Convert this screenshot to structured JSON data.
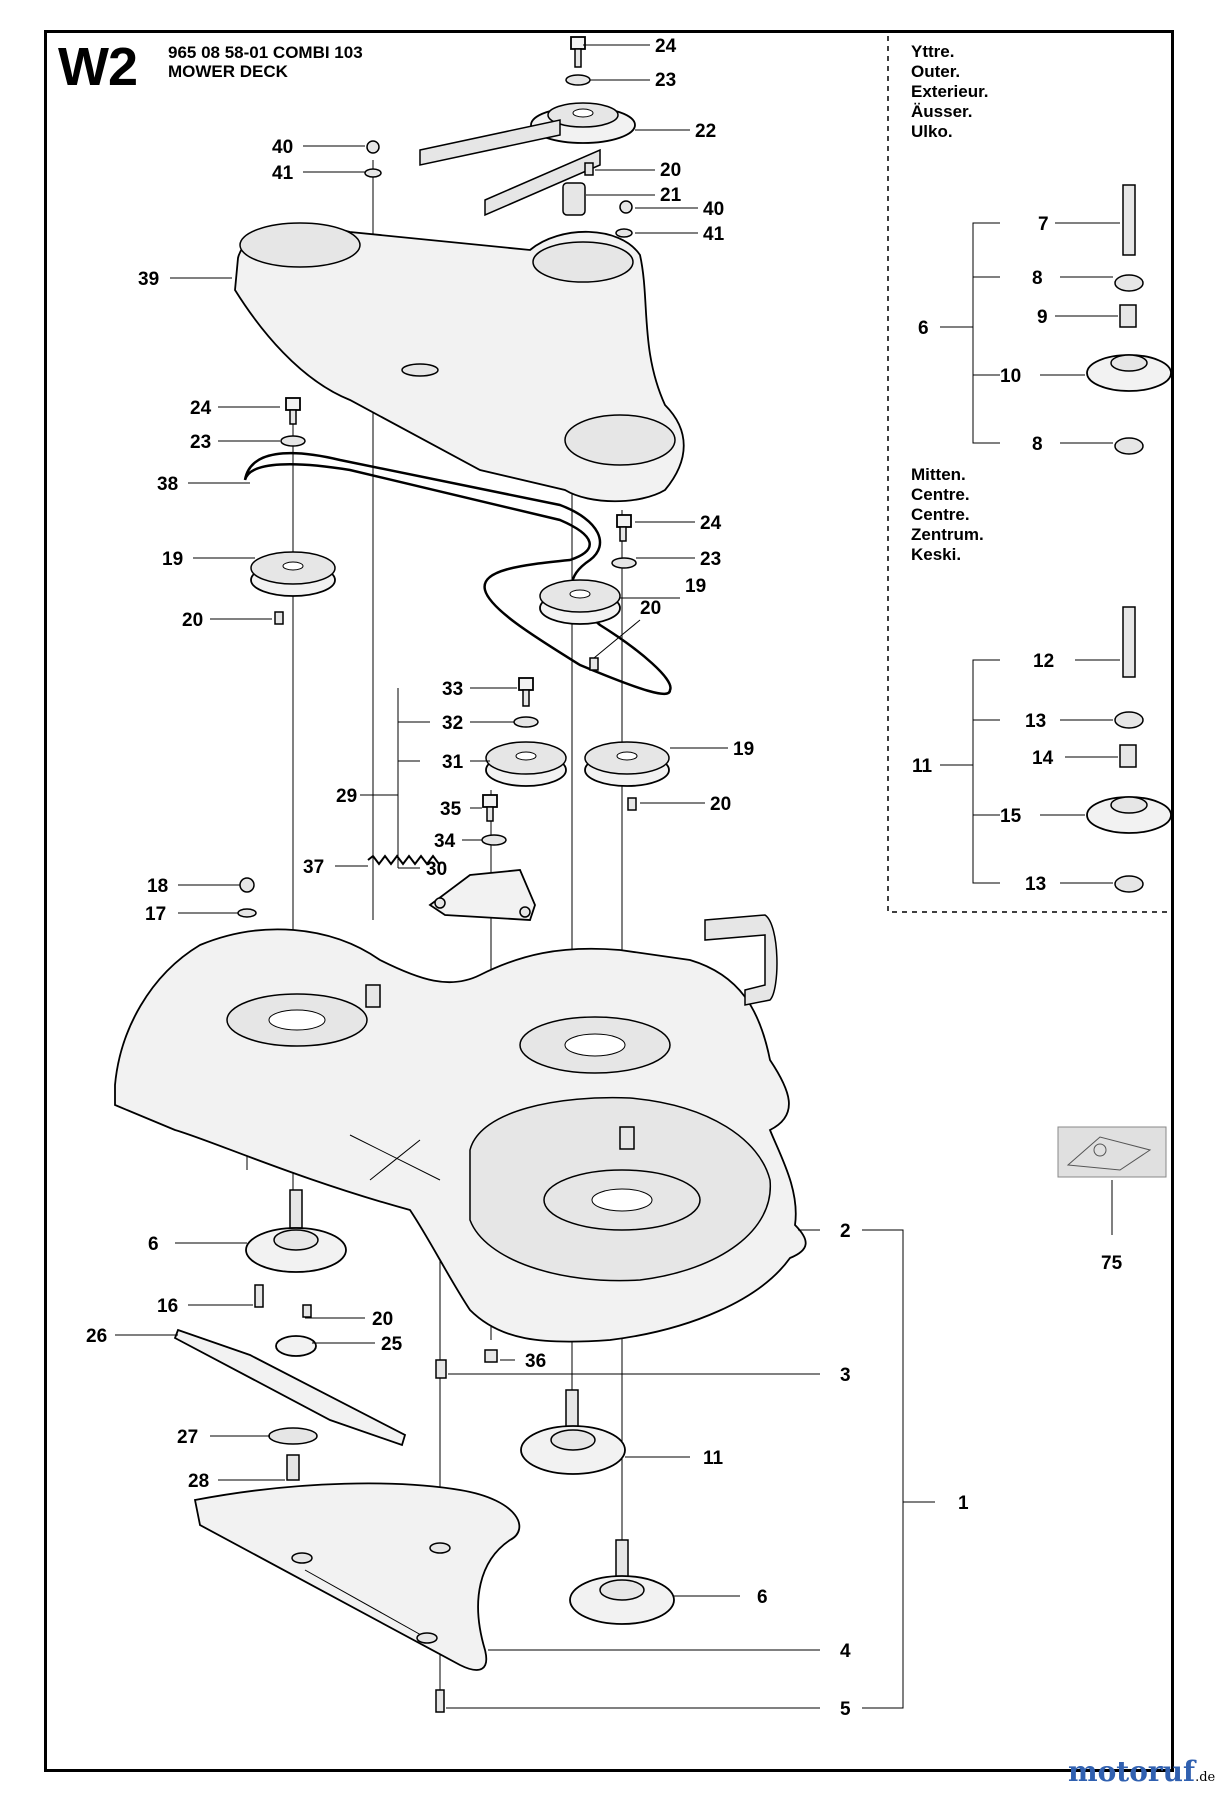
{
  "header": {
    "code": "W2",
    "line1": "965 08 58-01 COMBI 103",
    "line2": "MOWER DECK"
  },
  "inset": {
    "outer_labels": [
      "Yttre.",
      "Outer.",
      "Exterieur.",
      "Äusser.",
      "Ulko."
    ],
    "center_labels": [
      "Mitten.",
      "Centre.",
      "Centre.",
      "Zentrum.",
      "Keski."
    ]
  },
  "callouts": {
    "p1": "1",
    "p2": "2",
    "p3": "3",
    "p4": "4",
    "p5": "5",
    "p6": "6",
    "p6b": "6",
    "p6c": "6",
    "p7": "7",
    "p8": "8",
    "p8b": "8",
    "p9": "9",
    "p10": "10",
    "p11": "11",
    "p11b": "11",
    "p12": "12",
    "p13": "13",
    "p13b": "13",
    "p14": "14",
    "p15": "15",
    "p16": "16",
    "p17": "17",
    "p18": "18",
    "p19": "19",
    "p19b": "19",
    "p19c": "19",
    "p20": "20",
    "p20b": "20",
    "p20c": "20",
    "p20d": "20",
    "p20e": "20",
    "p21": "21",
    "p22": "22",
    "p23": "23",
    "p23b": "23",
    "p23c": "23",
    "p24": "24",
    "p24b": "24",
    "p24c": "24",
    "p25": "25",
    "p26": "26",
    "p27": "27",
    "p28": "28",
    "p29": "29",
    "p30": "30",
    "p31": "31",
    "p32": "32",
    "p33": "33",
    "p34": "34",
    "p35": "35",
    "p36": "36",
    "p37": "37",
    "p38": "38",
    "p39": "39",
    "p40": "40",
    "p40b": "40",
    "p41": "41",
    "p41b": "41",
    "p75": "75"
  },
  "watermark": {
    "brand": "motoruf",
    "suffix": ".de"
  },
  "colors": {
    "line": "#000000",
    "part_fill": "#f2f2f2",
    "background": "#ffffff"
  }
}
